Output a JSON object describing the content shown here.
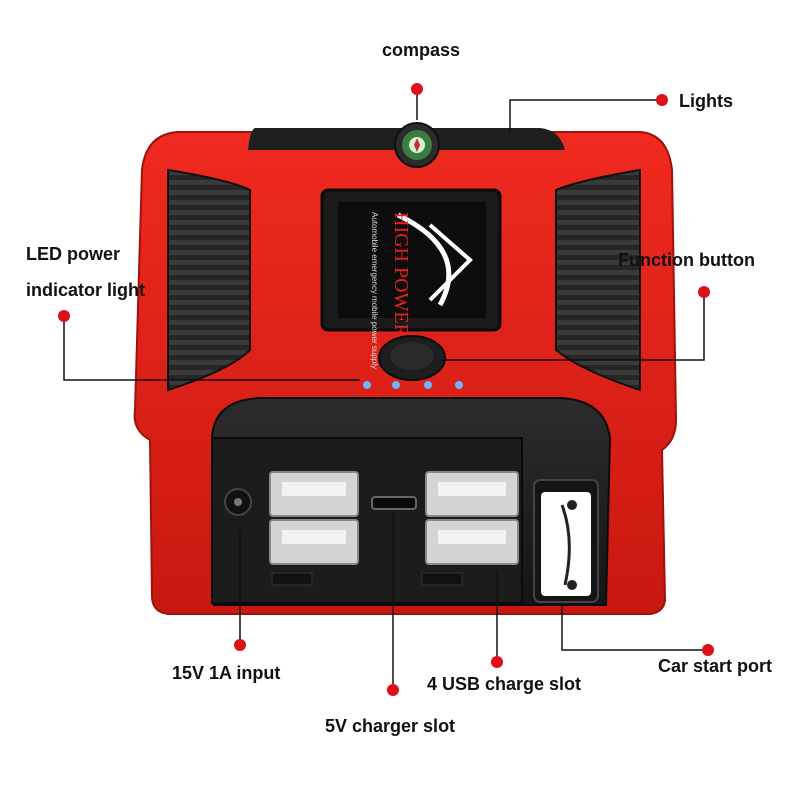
{
  "product": {
    "brand_line1": "HIGH POWER",
    "brand_subtitle": "Automobile emergency mobile power supply"
  },
  "callouts": {
    "compass": "compass",
    "lights": "Lights",
    "led_indicator": "LED power indicator light",
    "function_button": "Function button",
    "input_15v": "15V 1A input",
    "usb_slot": "4 USB charge slot",
    "car_start": "Car start port",
    "charger_5v": "5V charger slot"
  },
  "colors": {
    "body_red": "#e8211a",
    "body_dark_red": "#b31610",
    "rubber_black": "#2a2a2a",
    "panel_black": "#1b1b1b",
    "marker_red": "#e0101a",
    "led_blue": "#6fb4ff"
  }
}
